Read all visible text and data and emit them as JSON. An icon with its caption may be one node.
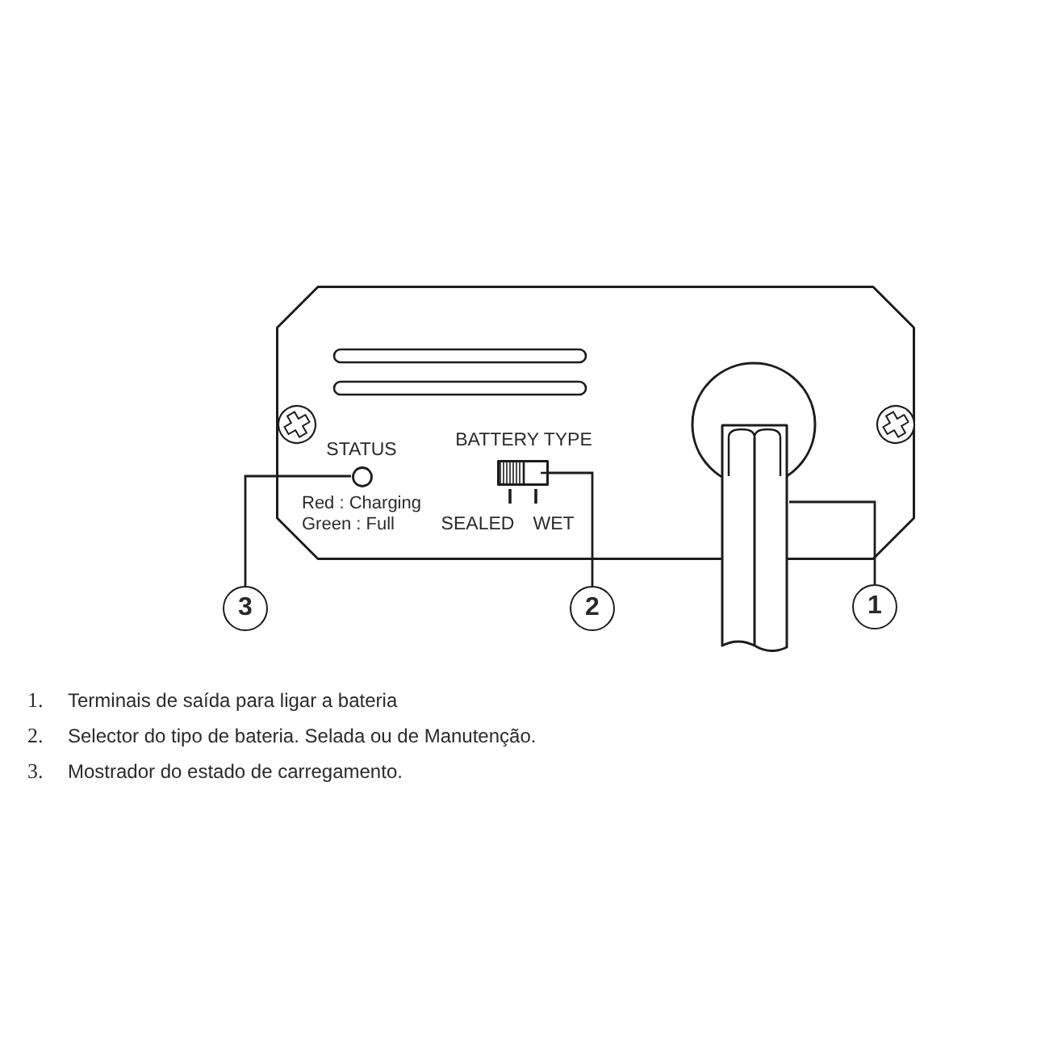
{
  "diagram": {
    "nodes": [
      {
        "text": [],
        "shape": "box"
      },
      {
        "text": [],
        "shape": "circle",
        "in": 0,
        "beside": [
          "STATUS",
          "Red : Charging",
          "Green : Full"
        ]
      },
      {
        "text": [],
        "shape": "box",
        "in": 0,
        "beside": [
          "BATTERY TYPE",
          "SEALED",
          "WET"
        ]
      },
      {
        "text": [],
        "shape": "picture"
      },
      {
        "text": [
          "3"
        ]
      },
      {
        "text": [
          "2"
        ]
      },
      {
        "text": [
          "1"
        ]
      }
    ],
    "edges": [
      {
        "from": 4,
        "to": 1,
        "arrow": "none"
      },
      {
        "from": 5,
        "to": 2,
        "arrow": "none"
      },
      {
        "from": 6,
        "to": 3,
        "arrow": "none"
      }
    ],
    "labels": [
      "1.",
      "Terminais de saída para ligar a bateria",
      "2.",
      "Selector do tipo de bateria. Selada ou de Manutenção.",
      "3.",
      "Mostrador do estado de carregamento."
    ]
  }
}
